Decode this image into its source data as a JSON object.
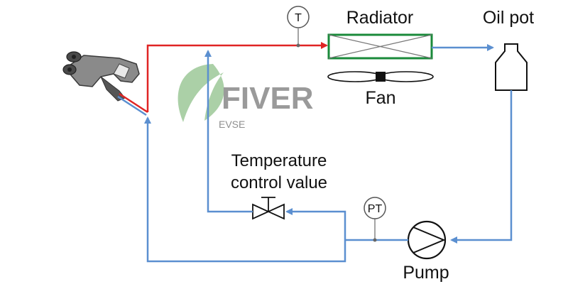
{
  "labels": {
    "radiator": "Radiator",
    "oil_pot": "Oil pot",
    "fan": "Fan",
    "temp_valve_line1": "Temperature",
    "temp_valve_line2": "control value",
    "pump": "Pump",
    "temp_sensor": "T",
    "pressure_temp_sensor": "PT"
  },
  "watermark": {
    "brand": "FIVER",
    "sub": "EVSE"
  },
  "colors": {
    "hot_line": "#e02424",
    "cool_line": "#5b8fd0",
    "logo_green": "#8fc08a",
    "logo_text": "#9a9a9a",
    "outline": "#111111"
  }
}
